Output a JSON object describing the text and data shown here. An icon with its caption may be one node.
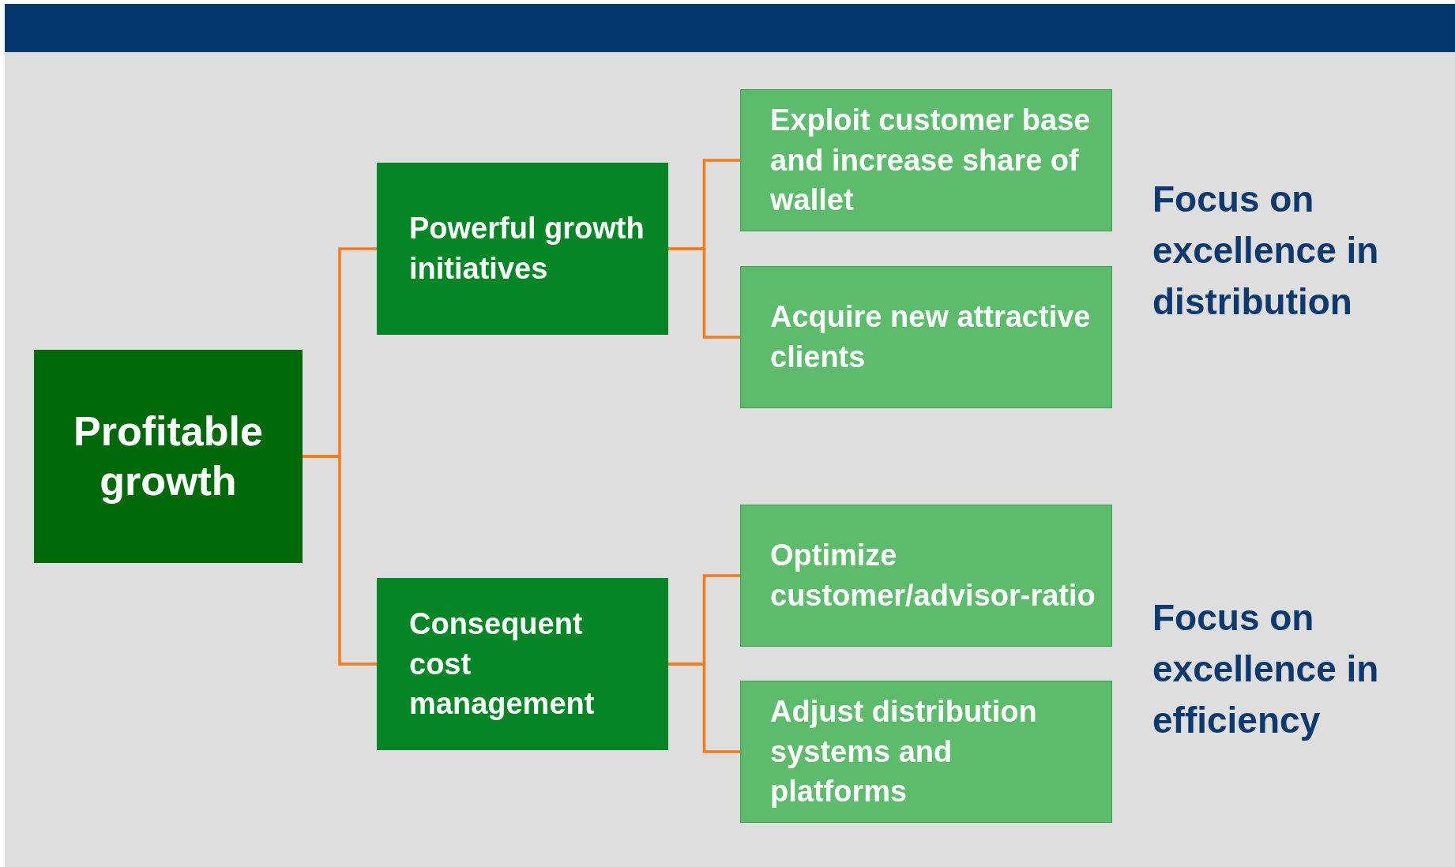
{
  "diagram": {
    "nodes": [
      {
        "text": [
          "Profitable growth"
        ]
      },
      {
        "text": [
          "Powerful growth initiatives"
        ]
      },
      {
        "text": [
          "Exploit customer base and increase share of wallet"
        ]
      },
      {
        "text": [
          "Acquire new attractive clients"
        ]
      },
      {
        "text": [
          "Consequent cost management"
        ]
      },
      {
        "text": [
          "Optimize customer/advisor-ratio"
        ]
      },
      {
        "text": [
          "Adjust distribution systems and platforms"
        ]
      }
    ],
    "edges": [
      {
        "from": 0,
        "to": 1,
        "arrow": "none",
        "color": "#f57c1b"
      },
      {
        "from": 0,
        "to": 4,
        "arrow": "none",
        "color": "#f57c1b"
      },
      {
        "from": 1,
        "to": 2,
        "arrow": "none",
        "color": "#f57c1b"
      },
      {
        "from": 1,
        "to": 3,
        "arrow": "none",
        "color": "#f57c1b"
      },
      {
        "from": 4,
        "to": 5,
        "arrow": "none",
        "color": "#f57c1b"
      },
      {
        "from": 4,
        "to": 6,
        "arrow": "none",
        "color": "#f57c1b"
      }
    ],
    "labels": [
      "Focus on excellence in distribution",
      "Focus on excellence in efficiency"
    ]
  }
}
